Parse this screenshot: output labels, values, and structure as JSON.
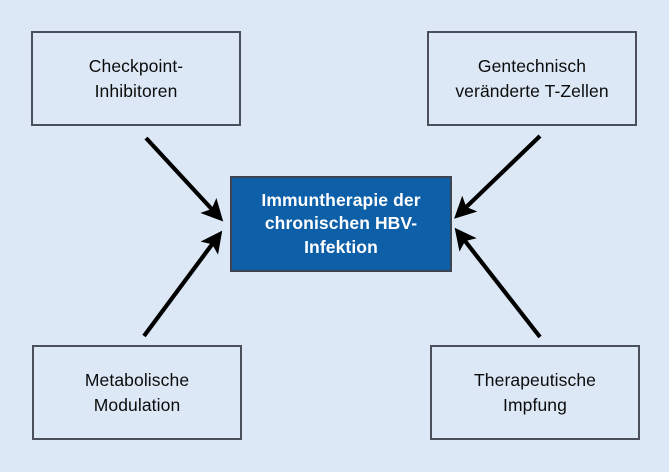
{
  "figure": {
    "background_color": "#dde8f6",
    "center_color": "#0d5fa8",
    "box_border_color": "#4a4f5a",
    "arrow_color": "#000000"
  },
  "center": {
    "label": "Immuntherapie der\nchronischen HBV-\nInfektion"
  },
  "nodes": [
    {
      "id": "checkpoint",
      "label": "Checkpoint-\nInhibitoren"
    },
    {
      "id": "gentech",
      "label": "Gentechnisch\nveränderte T-Zellen"
    },
    {
      "id": "metabolisch",
      "label": "Metabolische\nModulation"
    },
    {
      "id": "therapeutisch",
      "label": "Therapeutische\nImpfung"
    }
  ],
  "arrows": [
    {
      "id": "arrow-checkpoint-to-center",
      "from": "checkpoint",
      "to": "center",
      "direction": "down-right"
    },
    {
      "id": "arrow-gentech-to-center",
      "from": "gentech",
      "to": "center",
      "direction": "down-left"
    },
    {
      "id": "arrow-metabolisch-to-center",
      "from": "metabolisch",
      "to": "center",
      "direction": "up-right"
    },
    {
      "id": "arrow-therapeutisch-to-center",
      "from": "therapeutisch",
      "to": "center",
      "direction": "up-left"
    }
  ]
}
